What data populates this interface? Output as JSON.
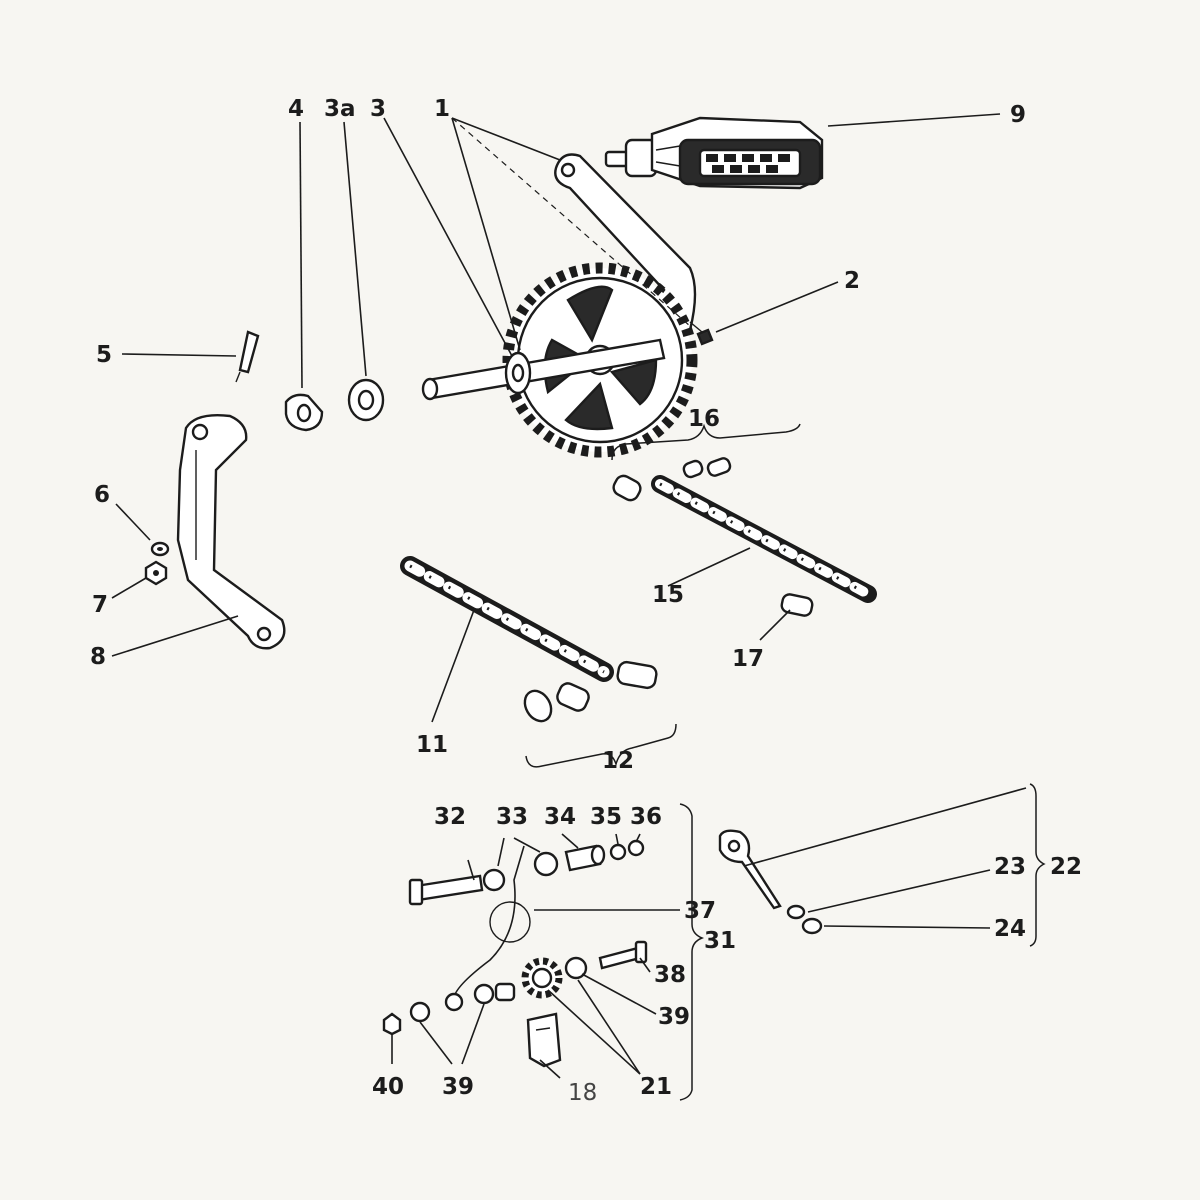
{
  "labels": {
    "l1": "1",
    "l2": "2",
    "l3": "3",
    "l3a": "3a",
    "l4": "4",
    "l5": "5",
    "l6": "6",
    "l7": "7",
    "l8": "8",
    "l9": "9",
    "l11": "11",
    "l12": "12",
    "l15": "15",
    "l16": "16",
    "l17": "17",
    "l18": "18",
    "l21": "21",
    "l22": "22",
    "l23": "23",
    "l24": "24",
    "l31": "31",
    "l32": "32",
    "l33": "33",
    "l34": "34",
    "l35": "35",
    "l36": "36",
    "l37": "37",
    "l38": "38",
    "l39a": "39",
    "l39b": "39",
    "l40": "40"
  }
}
